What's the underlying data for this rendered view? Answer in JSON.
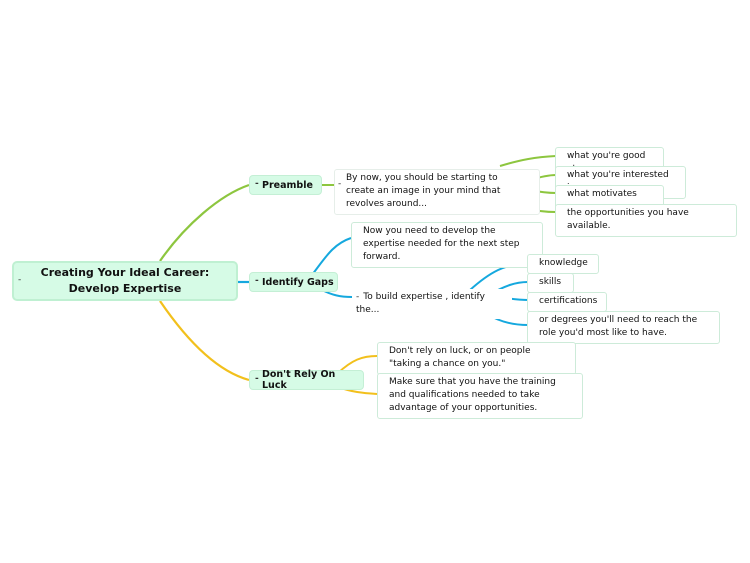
{
  "root": {
    "title": "Creating Your Ideal Career: Develop Expertise"
  },
  "branches": {
    "preamble": {
      "label": "Preamble",
      "color": "#8dc63f",
      "text": "By now, you should be starting to create an image in your mind that revolves around...",
      "items": [
        "what you're good at",
        "what you're interested in",
        "what motivates you",
        "the opportunities you have available."
      ]
    },
    "gaps": {
      "label": "Identify Gaps",
      "color": "#15a8de",
      "intro": "Now you need to develop the expertise needed for the next step forward.",
      "text": "To build expertise , identify the...",
      "items": [
        "knowledge",
        "skills",
        "certifications",
        "or degrees you'll need to reach the role you'd most like to have."
      ]
    },
    "luck": {
      "label": "Don't Rely On Luck",
      "color": "#f2c01c",
      "items": [
        "Don't rely on luck, or on people \"taking a chance on you.\"",
        "Make sure that you have the training and qualifications needed to take advantage of your opportunities."
      ]
    }
  },
  "collapse_marker": "-"
}
